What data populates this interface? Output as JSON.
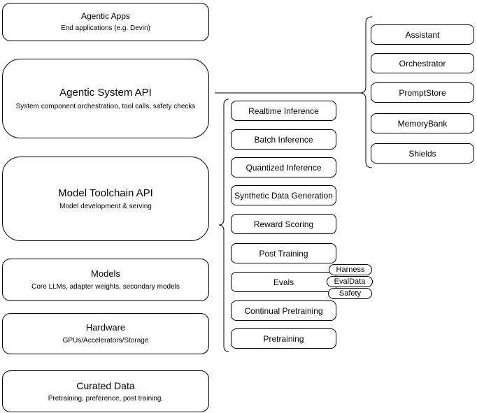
{
  "layers": {
    "left": [
      {
        "title": "Agentic Apps",
        "subtitle": "End applications (e.g. Devin)"
      },
      {
        "title": "Agentic System API",
        "subtitle": "System component orchestration, tool calls, safety checks"
      },
      {
        "title": "Model Toolchain API",
        "subtitle": "Model development & serving"
      },
      {
        "title": "Models",
        "subtitle": "Core LLMs, adapter weights, secondary models"
      },
      {
        "title": "Hardware",
        "subtitle": "GPUs/Accelerators/Storage"
      },
      {
        "title": "Curated Data",
        "subtitle": "Pretraining, preference, post training."
      }
    ],
    "toolchain_items": [
      "Realtime Inference",
      "Batch Inference",
      "Quantized Inference",
      "Synthetic Data Generation",
      "Reward Scoring",
      "Post Training",
      "Evals",
      "Continual Pretraining",
      "Pretraining"
    ],
    "eval_tags": [
      "Harness",
      "EvalData",
      "Safety"
    ],
    "system_components": [
      "Assistant",
      "Orchestrator",
      "PromptStore",
      "MemoryBank",
      "Shields"
    ]
  },
  "colors": {
    "background": "#ffffff",
    "box_fill": "#ffffff",
    "border": "#000000",
    "text": "#000000"
  }
}
